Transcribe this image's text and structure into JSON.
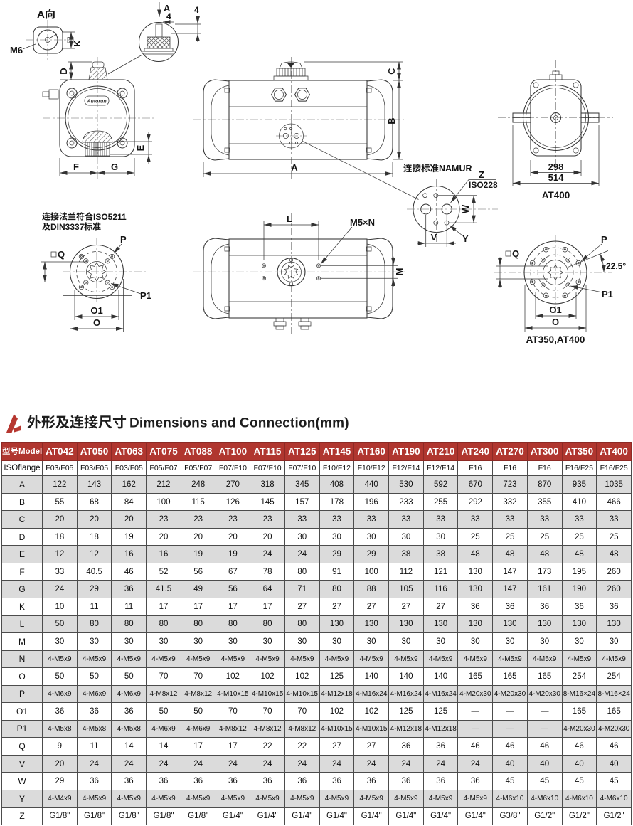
{
  "page": {
    "background": "#ffffff",
    "accent_red": "#b0362f",
    "row_stripe": "#dbdbdb"
  },
  "section": {
    "logo_icon": "red-brand-mark",
    "title_zh": "外形及连接尺寸",
    "title_en": "Dimensions and Connection(mm)"
  },
  "drawings": {
    "top_view": {
      "view_label": "A向",
      "thread_label": "M6",
      "dim_k": "K"
    },
    "detail_balloon": {
      "view_arrow_label": "A",
      "dim_top": "4",
      "dim_right": "4"
    },
    "front_view": {
      "logo": "Autorun",
      "dim_d": "D",
      "dim_e": "E",
      "dim_f": "F",
      "dim_g": "G"
    },
    "side_view": {
      "dim_a": "A",
      "dim_b": "B",
      "dim_c": "C"
    },
    "namur_detail": {
      "title": "连接标准NAMUR",
      "dim_z": "Z",
      "standard": "ISO228",
      "dim_w": "W",
      "dim_v": "V",
      "dim_y": "Y"
    },
    "end_view": {
      "dim_inner": "298",
      "dim_outer": "514",
      "model": "AT400"
    },
    "flange_small": {
      "title_line1": "连接法兰符合ISO5211",
      "title_line2": "及DIN3337标准",
      "dim_p": "P",
      "dim_q": "Q",
      "dim_p1": "P1",
      "dim_o1": "O1",
      "dim_o": "O"
    },
    "bottom_view": {
      "dim_l": "L",
      "holes_label": "M5×N",
      "dim_m": "M"
    },
    "flange_large": {
      "dim_q": "Q",
      "dim_p": "P",
      "angle": "22.5°",
      "dim_p1": "P1",
      "dim_o1": "O1",
      "dim_o": "O",
      "models": "AT350,AT400"
    }
  },
  "table": {
    "model_header": "型号Model",
    "columns": [
      "AT042",
      "AT050",
      "AT063",
      "AT075",
      "AT088",
      "AT100",
      "AT115",
      "AT125",
      "AT145",
      "AT160",
      "AT190",
      "AT210",
      "AT240",
      "AT270",
      "AT300",
      "AT350",
      "AT400"
    ],
    "rows": [
      {
        "label": "ISOflange",
        "values": [
          "F03/F05",
          "F03/F05",
          "F03/F05",
          "F05/F07",
          "F05/F07",
          "F07/F10",
          "F07/F10",
          "F07/F10",
          "F10/F12",
          "F10/F12",
          "F12/F14",
          "F12/F14",
          "F16",
          "F16",
          "F16",
          "F16/F25",
          "F16/F25"
        ]
      },
      {
        "label": "A",
        "values": [
          "122",
          "143",
          "162",
          "212",
          "248",
          "270",
          "318",
          "345",
          "408",
          "440",
          "530",
          "592",
          "670",
          "723",
          "870",
          "935",
          "1035"
        ]
      },
      {
        "label": "B",
        "values": [
          "55",
          "68",
          "84",
          "100",
          "115",
          "126",
          "145",
          "157",
          "178",
          "196",
          "233",
          "255",
          "292",
          "332",
          "355",
          "410",
          "466"
        ]
      },
      {
        "label": "C",
        "values": [
          "20",
          "20",
          "20",
          "23",
          "23",
          "23",
          "23",
          "33",
          "33",
          "33",
          "33",
          "33",
          "33",
          "33",
          "33",
          "33",
          "33"
        ]
      },
      {
        "label": "D",
        "values": [
          "18",
          "18",
          "19",
          "20",
          "20",
          "20",
          "20",
          "30",
          "30",
          "30",
          "30",
          "30",
          "25",
          "25",
          "25",
          "25",
          "25"
        ]
      },
      {
        "label": "E",
        "values": [
          "12",
          "12",
          "16",
          "16",
          "19",
          "19",
          "24",
          "24",
          "29",
          "29",
          "38",
          "38",
          "48",
          "48",
          "48",
          "48",
          "48"
        ]
      },
      {
        "label": "F",
        "values": [
          "33",
          "40.5",
          "46",
          "52",
          "56",
          "67",
          "78",
          "80",
          "91",
          "100",
          "112",
          "121",
          "130",
          "147",
          "173",
          "195",
          "260"
        ]
      },
      {
        "label": "G",
        "values": [
          "24",
          "29",
          "36",
          "41.5",
          "49",
          "56",
          "64",
          "71",
          "80",
          "88",
          "105",
          "116",
          "130",
          "147",
          "161",
          "190",
          "260"
        ]
      },
      {
        "label": "K",
        "values": [
          "10",
          "11",
          "11",
          "17",
          "17",
          "17",
          "17",
          "27",
          "27",
          "27",
          "27",
          "27",
          "36",
          "36",
          "36",
          "36",
          "36"
        ]
      },
      {
        "label": "L",
        "values": [
          "50",
          "80",
          "80",
          "80",
          "80",
          "80",
          "80",
          "80",
          "130",
          "130",
          "130",
          "130",
          "130",
          "130",
          "130",
          "130",
          "130"
        ]
      },
      {
        "label": "M",
        "values": [
          "30",
          "30",
          "30",
          "30",
          "30",
          "30",
          "30",
          "30",
          "30",
          "30",
          "30",
          "30",
          "30",
          "30",
          "30",
          "30",
          "30"
        ]
      },
      {
        "label": "N",
        "values": [
          "4-M5x9",
          "4-M5x9",
          "4-M5x9",
          "4-M5x9",
          "4-M5x9",
          "4-M5x9",
          "4-M5x9",
          "4-M5x9",
          "4-M5x9",
          "4-M5x9",
          "4-M5x9",
          "4-M5x9",
          "4-M5x9",
          "4-M5x9",
          "4-M5x9",
          "4-M5x9",
          "4-M5x9"
        ]
      },
      {
        "label": "O",
        "values": [
          "50",
          "50",
          "50",
          "70",
          "70",
          "102",
          "102",
          "102",
          "125",
          "140",
          "140",
          "140",
          "165",
          "165",
          "165",
          "254",
          "254"
        ]
      },
      {
        "label": "P",
        "values": [
          "4-M6x9",
          "4-M6x9",
          "4-M6x9",
          "4-M8x12",
          "4-M8x12",
          "4-M10x15",
          "4-M10x15",
          "4-M10x15",
          "4-M12x18",
          "4-M16x24",
          "4-M16x24",
          "4-M16x24",
          "4-M20x30",
          "4-M20x30",
          "4-M20x30",
          "8-M16×24",
          "8-M16×24"
        ]
      },
      {
        "label": "O1",
        "values": [
          "36",
          "36",
          "36",
          "50",
          "50",
          "70",
          "70",
          "70",
          "102",
          "102",
          "125",
          "125",
          "—",
          "—",
          "—",
          "165",
          "165"
        ]
      },
      {
        "label": "P1",
        "values": [
          "4-M5x8",
          "4-M5x8",
          "4-M5x8",
          "4-M6x9",
          "4-M6x9",
          "4-M8x12",
          "4-M8x12",
          "4-M8x12",
          "4-M10x15",
          "4-M10x15",
          "4-M12x18",
          "4-M12x18",
          "—",
          "—",
          "—",
          "4-M20x30",
          "4-M20x30"
        ]
      },
      {
        "label": "Q",
        "values": [
          "9",
          "11",
          "14",
          "14",
          "17",
          "17",
          "22",
          "22",
          "27",
          "27",
          "36",
          "36",
          "46",
          "46",
          "46",
          "46",
          "46"
        ]
      },
      {
        "label": "V",
        "values": [
          "20",
          "24",
          "24",
          "24",
          "24",
          "24",
          "24",
          "24",
          "24",
          "24",
          "24",
          "24",
          "24",
          "40",
          "40",
          "40",
          "40"
        ]
      },
      {
        "label": "W",
        "values": [
          "29",
          "36",
          "36",
          "36",
          "36",
          "36",
          "36",
          "36",
          "36",
          "36",
          "36",
          "36",
          "36",
          "45",
          "45",
          "45",
          "45"
        ]
      },
      {
        "label": "Y",
        "values": [
          "4-M4x9",
          "4-M5x9",
          "4-M5x9",
          "4-M5x9",
          "4-M5x9",
          "4-M5x9",
          "4-M5x9",
          "4-M5x9",
          "4-M5x9",
          "4-M5x9",
          "4-M5x9",
          "4-M5x9",
          "4-M5x9",
          "4-M6x10",
          "4-M6x10",
          "4-M6x10",
          "4-M6x10"
        ]
      },
      {
        "label": "Z",
        "values": [
          "G1/8\"",
          "G1/8\"",
          "G1/8\"",
          "G1/8\"",
          "G1/8\"",
          "G1/4\"",
          "G1/4\"",
          "G1/4\"",
          "G1/4\"",
          "G1/4\"",
          "G1/4\"",
          "G1/4\"",
          "G1/4\"",
          "G3/8\"",
          "G1/2\"",
          "G1/2\"",
          "G1/2\""
        ]
      }
    ]
  }
}
